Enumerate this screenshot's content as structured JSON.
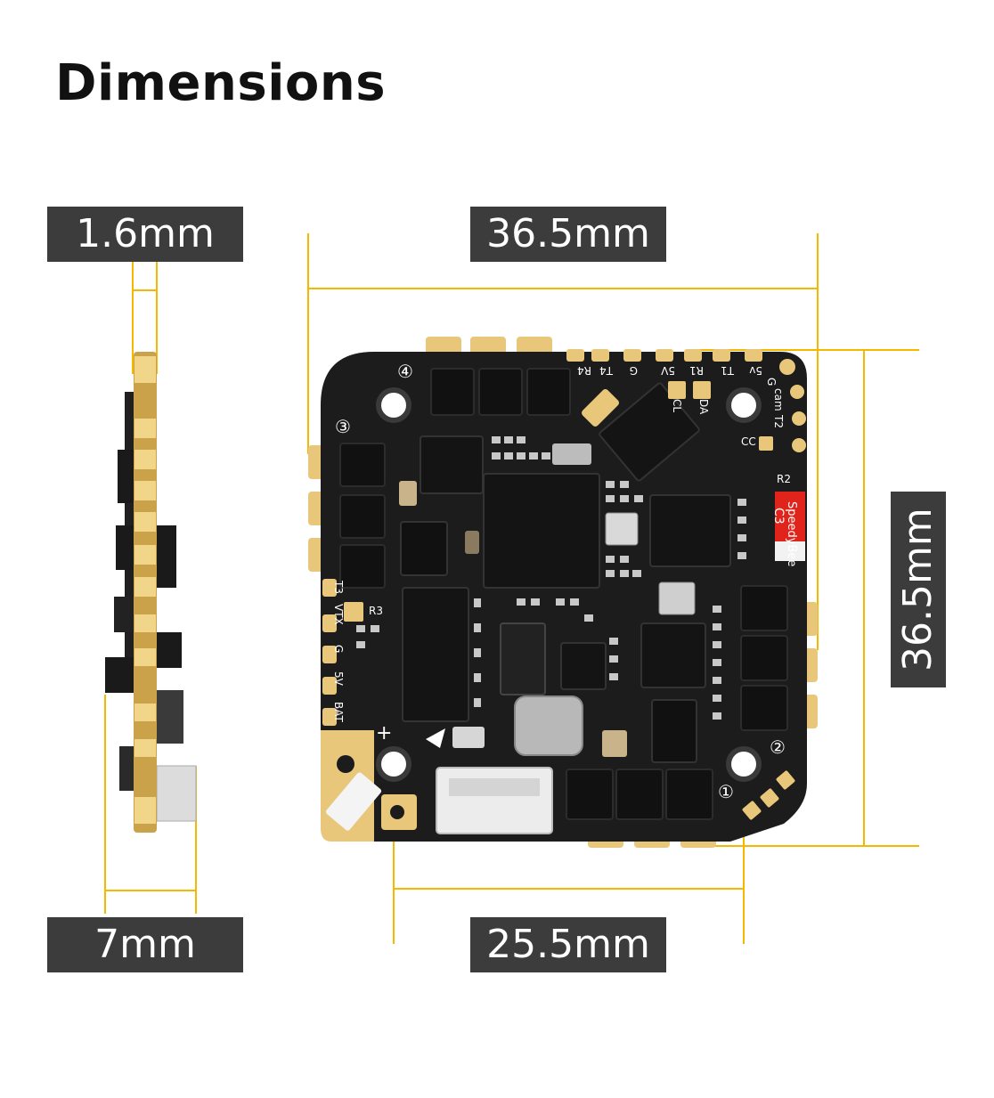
{
  "title": "Dimensions",
  "dimensions": {
    "thickness": "1.6mm",
    "height_side": "7mm",
    "width": "36.5mm",
    "length": "36.5mm",
    "mount_spacing": "25.5mm"
  },
  "board": {
    "brand": "SpeedyBee",
    "pad_labels": [
      "R4",
      "T4",
      "G",
      "5V",
      "R1",
      "T1",
      "5v",
      "G",
      "cam",
      "T2",
      "R2",
      "CL",
      "DA",
      "CC",
      "C3",
      "R3",
      "T3",
      "VTX",
      "G",
      "5V",
      "BAT"
    ],
    "corner_numbers": [
      "④",
      "③",
      "②",
      "①"
    ],
    "polarity": "+"
  },
  "colors": {
    "dimension_line": "#f5b800",
    "label_bg": "#3c3c3c",
    "board": "#1c1c1c",
    "pad_gold": "#e8c77b",
    "marker_red": "#e0241b"
  }
}
